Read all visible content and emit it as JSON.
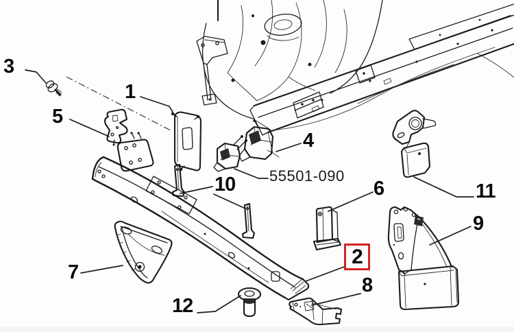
{
  "diagram": {
    "description": "Exploded parts diagram of a vehicle front bumper reinforcement and frame brackets",
    "part_number": "55501-090",
    "highlighted_callout": "2",
    "colors": {
      "background": "#fdfdfd",
      "line": "#1b1b1b",
      "highlight_box": "#d32322"
    },
    "callouts": [
      {
        "label": "1",
        "highlighted": false
      },
      {
        "label": "2",
        "highlighted": true
      },
      {
        "label": "3",
        "highlighted": false
      },
      {
        "label": "4",
        "highlighted": false
      },
      {
        "label": "5",
        "highlighted": false
      },
      {
        "label": "6",
        "highlighted": false
      },
      {
        "label": "7",
        "highlighted": false
      },
      {
        "label": "8",
        "highlighted": false
      },
      {
        "label": "9",
        "highlighted": false
      },
      {
        "label": "10",
        "highlighted": false
      },
      {
        "label": "11",
        "highlighted": false
      },
      {
        "label": "12",
        "highlighted": false
      }
    ]
  }
}
